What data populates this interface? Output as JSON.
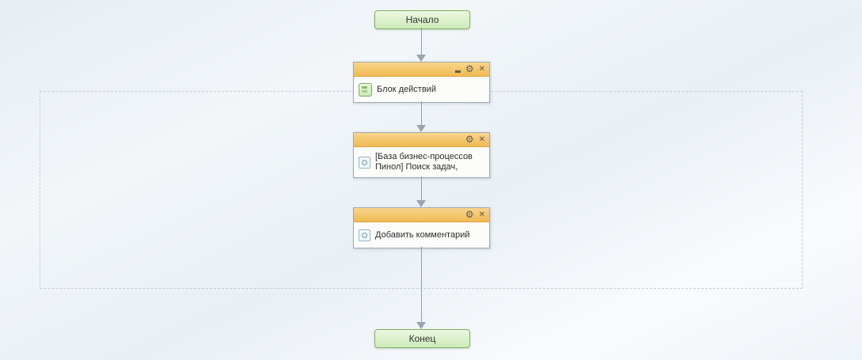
{
  "palette": {
    "background_top": "#e7edf3",
    "background_bottom": "#f9fbfd",
    "terminal_green_border": "#7fb060",
    "terminal_green_fill": "#cdeab9",
    "block_header_orange_top": "#f9d58b",
    "block_header_orange_bottom": "#efb952",
    "block_border": "#a3abb4",
    "arrow_gray": "#97a5b1",
    "dashed_outline_gray": "#c6ccd3"
  },
  "start_node": {
    "label": "Начало"
  },
  "end_node": {
    "label": "Конец"
  },
  "icons": {
    "settings": "⚙",
    "close": "✕"
  },
  "blocks": [
    {
      "title": "Блок действий"
    },
    {
      "title": "[База бизнес-процессов Пинол] Поиск задач,"
    },
    {
      "title": "Добавить комментарий"
    }
  ]
}
